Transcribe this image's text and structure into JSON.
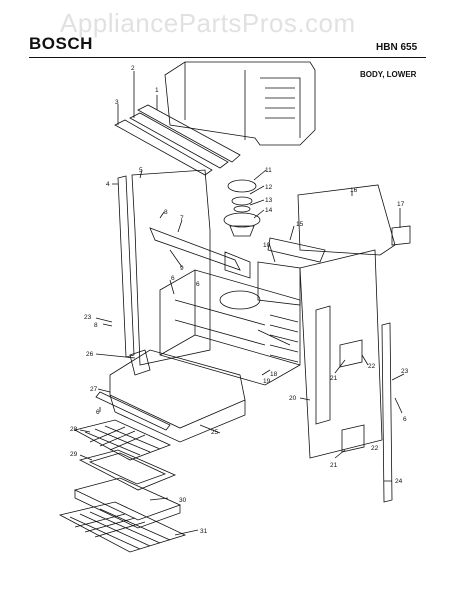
{
  "header": {
    "brand": "BOSCH",
    "model": "HBN 655",
    "section": "BODY, LOWER",
    "watermark": "AppliancePartsPros.com"
  },
  "callouts": [
    "1",
    "2",
    "3",
    "4",
    "5",
    "6",
    "7",
    "8",
    "9",
    "10",
    "11",
    "12",
    "13",
    "14",
    "15",
    "16",
    "17",
    "18",
    "19",
    "20",
    "21",
    "22",
    "23",
    "24",
    "25",
    "26",
    "27",
    "28",
    "29",
    "30",
    "31"
  ],
  "colors": {
    "ink": "#111111",
    "watermark": "#c8c8c8"
  }
}
